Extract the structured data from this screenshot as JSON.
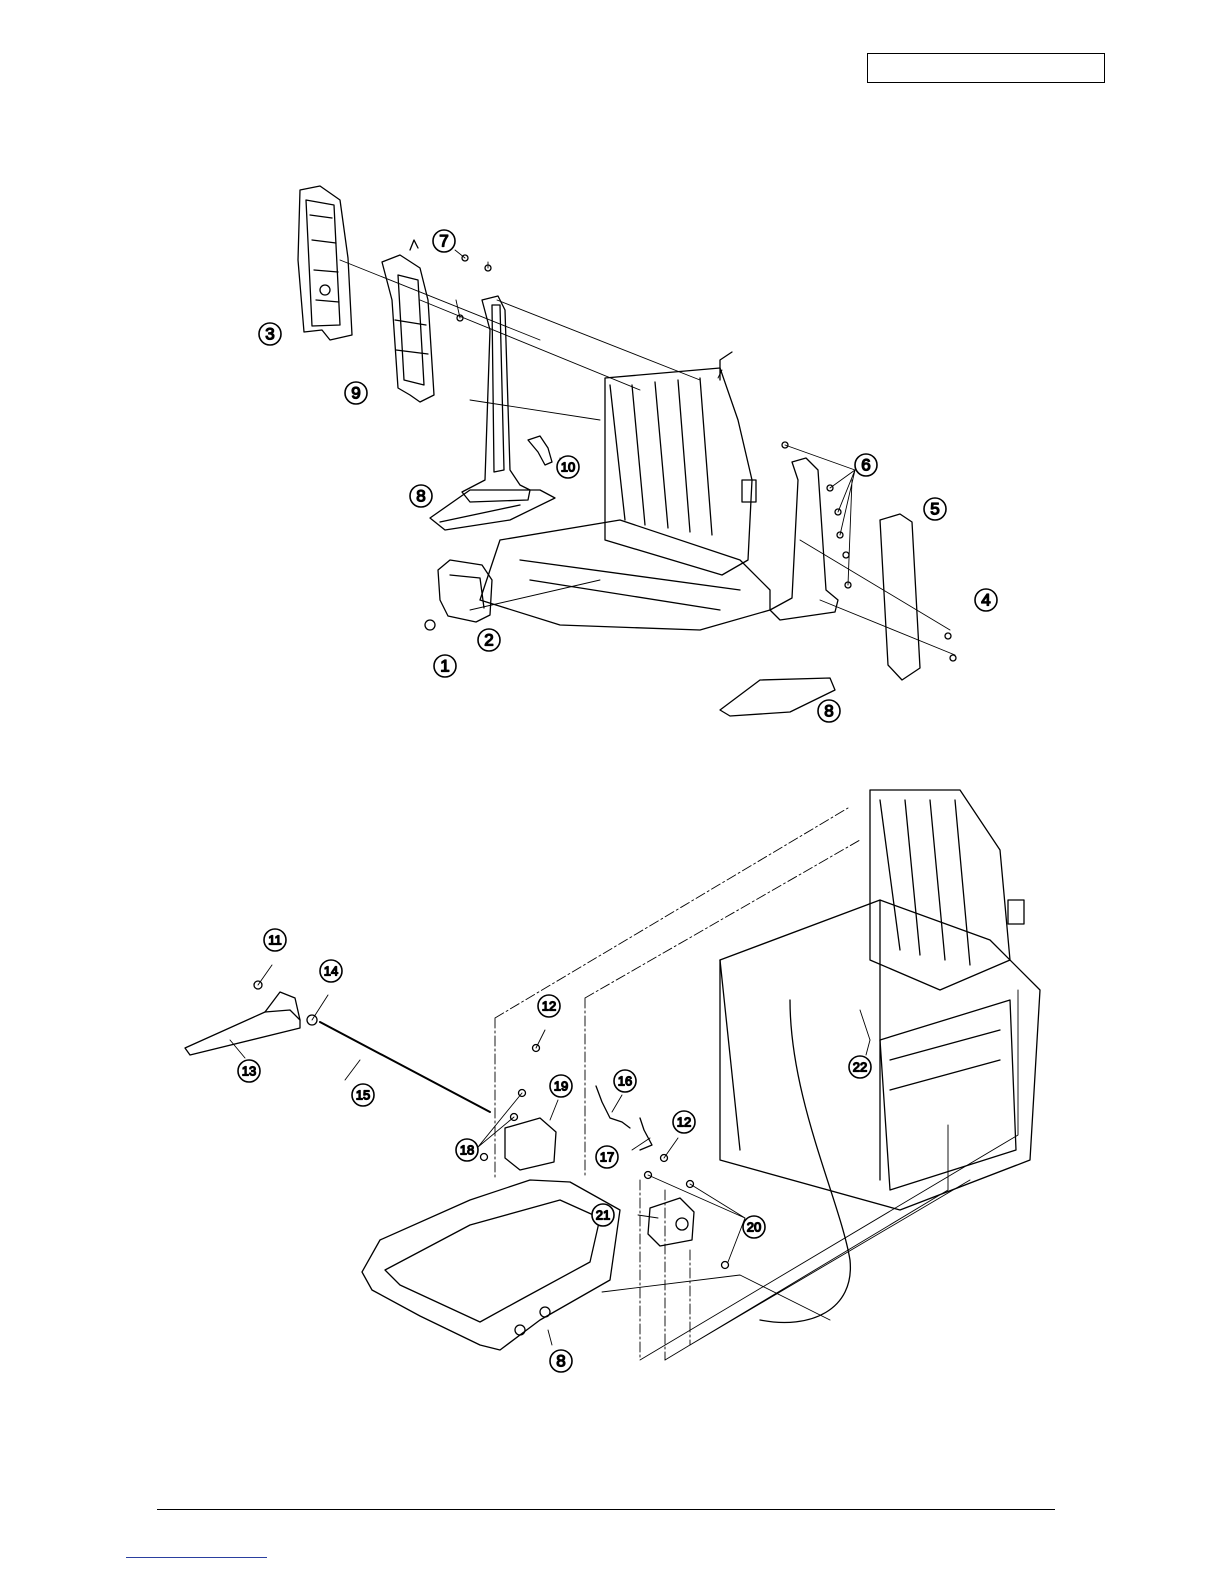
{
  "header": {
    "box_text": ""
  },
  "diagram_top": {
    "callouts": [
      {
        "id": "c-3",
        "label": "3"
      },
      {
        "id": "c-9",
        "label": "9"
      },
      {
        "id": "c-7",
        "label": "7"
      },
      {
        "id": "c-10",
        "label": "10"
      },
      {
        "id": "c-8a",
        "label": "8"
      },
      {
        "id": "c-2",
        "label": "2"
      },
      {
        "id": "c-1",
        "label": "1"
      },
      {
        "id": "c-6",
        "label": "6"
      },
      {
        "id": "c-5",
        "label": "5"
      },
      {
        "id": "c-4",
        "label": "4"
      },
      {
        "id": "c-8b",
        "label": "8"
      }
    ]
  },
  "diagram_bottom": {
    "callouts": [
      {
        "id": "c-11",
        "label": "11"
      },
      {
        "id": "c-14",
        "label": "14"
      },
      {
        "id": "c-13",
        "label": "13"
      },
      {
        "id": "c-15",
        "label": "15"
      },
      {
        "id": "c-12a",
        "label": "12"
      },
      {
        "id": "c-19",
        "label": "19"
      },
      {
        "id": "c-16",
        "label": "16"
      },
      {
        "id": "c-18",
        "label": "18"
      },
      {
        "id": "c-17",
        "label": "17"
      },
      {
        "id": "c-12b",
        "label": "12"
      },
      {
        "id": "c-21",
        "label": "21"
      },
      {
        "id": "c-20",
        "label": "20"
      },
      {
        "id": "c-22",
        "label": "22"
      },
      {
        "id": "c-8c",
        "label": "8"
      }
    ]
  },
  "footer": {
    "link_text": ""
  }
}
